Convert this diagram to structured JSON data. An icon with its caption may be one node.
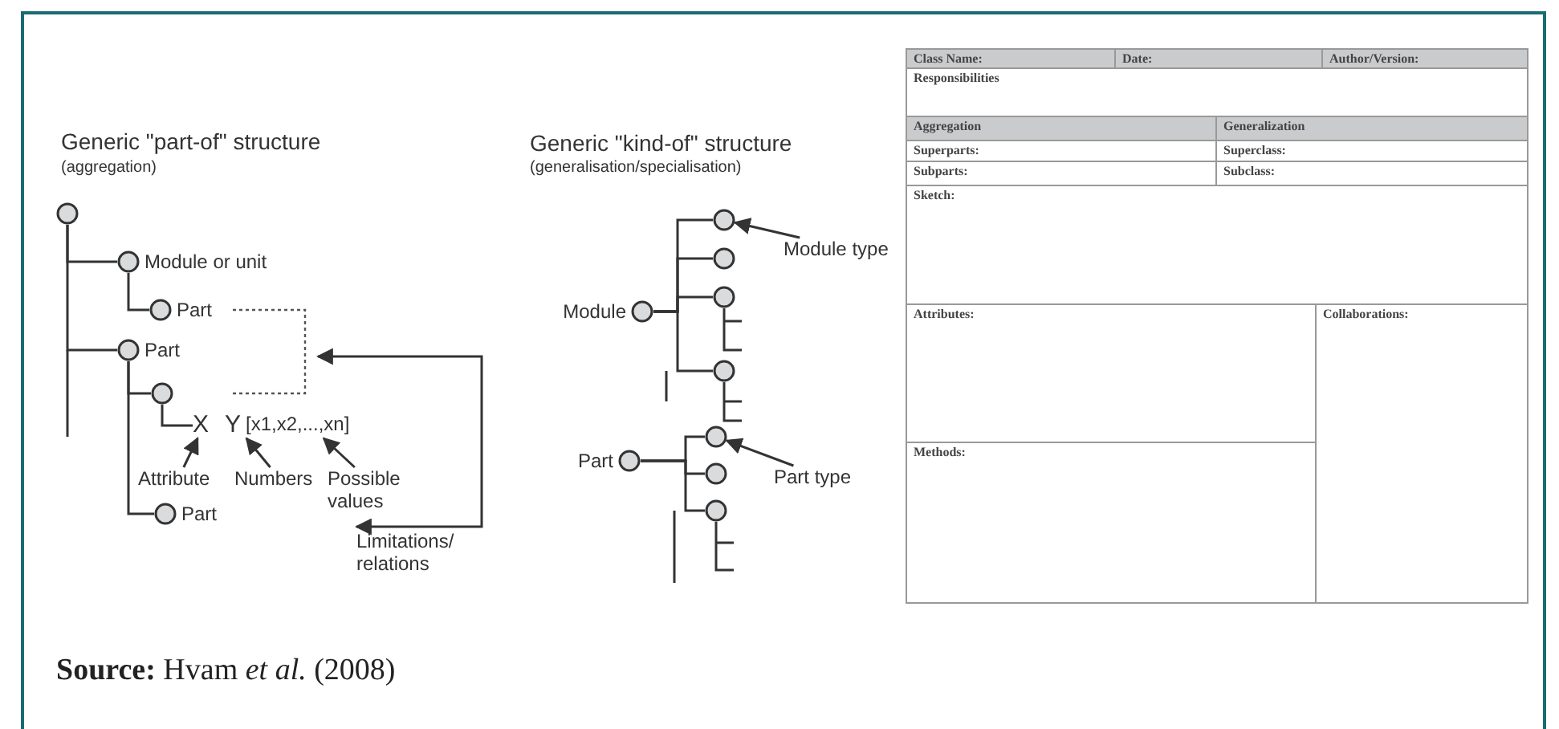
{
  "diagram": {
    "caption": "**Source:** Hvam *et al.* (2008)",
    "nodes": [
      {
        "text": [],
        "shape": "circle"
      },
      {
        "text": [
          "Module or unit"
        ]
      },
      {
        "text": [
          "Part"
        ]
      },
      {
        "text": [
          "Part"
        ]
      },
      {
        "text": [],
        "shape": "circle"
      },
      {
        "text": [
          "X"
        ]
      },
      {
        "text": [
          "Y"
        ]
      },
      {
        "text": [
          "[x1,x2,...,xn]"
        ]
      },
      {
        "text": [
          "Attribute"
        ]
      },
      {
        "text": [
          "Numbers"
        ]
      },
      {
        "text": [
          "Possible values"
        ]
      },
      {
        "text": [
          "Part"
        ]
      },
      {
        "text": [
          "Limitations/ relations"
        ]
      },
      {
        "text": [
          "Module"
        ]
      },
      {
        "text": [],
        "shape": "circle"
      },
      {
        "text": [],
        "shape": "circle"
      },
      {
        "text": [],
        "shape": "circle"
      },
      {
        "text": [],
        "shape": "circle"
      },
      {
        "text": [
          "Module type"
        ]
      },
      {
        "text": [
          "Part"
        ]
      },
      {
        "text": [],
        "shape": "circle"
      },
      {
        "text": [],
        "shape": "circle"
      },
      {
        "text": [],
        "shape": "circle"
      },
      {
        "text": [
          "Part type"
        ]
      },
      {
        "text": [
          "Class Name:"
        ]
      },
      {
        "text": [
          "Date:"
        ]
      },
      {
        "text": [
          "Author/Version:"
        ]
      },
      {
        "text": [
          "Responsibilities"
        ]
      },
      {
        "text": [
          "Aggregation"
        ]
      },
      {
        "text": [
          "Generalization"
        ]
      },
      {
        "text": [
          "Superparts:"
        ]
      },
      {
        "text": [
          "Superclass:"
        ]
      },
      {
        "text": [
          "Subparts:"
        ]
      },
      {
        "text": [
          "Subclass:"
        ]
      },
      {
        "text": [
          "Sketch:"
        ]
      },
      {
        "text": [
          "Attributes:"
        ]
      },
      {
        "text": [
          "Collaborations:"
        ]
      },
      {
        "text": [
          "Methods:"
        ]
      }
    ],
    "edges": [
      {
        "from": 0,
        "to": 1,
        "arrow": "none"
      },
      {
        "from": 1,
        "to": 2,
        "arrow": "none"
      },
      {
        "from": 0,
        "to": 3,
        "arrow": "none"
      },
      {
        "from": 3,
        "to": 4,
        "arrow": "none"
      },
      {
        "from": 4,
        "to": 5,
        "arrow": "none"
      },
      {
        "from": 3,
        "to": 11,
        "arrow": "none"
      },
      {
        "from": 8,
        "to": 5,
        "arrow": "to"
      },
      {
        "from": 9,
        "to": 6,
        "arrow": "to"
      },
      {
        "from": 10,
        "to": 7,
        "arrow": "to"
      },
      {
        "from": null,
        "to": 12,
        "arrow": "both"
      },
      {
        "from": 13,
        "to": 14,
        "arrow": "none"
      },
      {
        "from": 13,
        "to": 15,
        "arrow": "none"
      },
      {
        "from": 13,
        "to": 16,
        "arrow": "none"
      },
      {
        "from": 13,
        "to": 17,
        "arrow": "none"
      },
      {
        "from": 18,
        "to": 14,
        "arrow": "to"
      },
      {
        "from": 19,
        "to": 20,
        "arrow": "none"
      },
      {
        "from": 19,
        "to": 21,
        "arrow": "none"
      },
      {
        "from": 19,
        "to": 22,
        "arrow": "none"
      },
      {
        "from": 23,
        "to": 20,
        "arrow": "to"
      }
    ],
    "labels": [
      "Generic \"part-of\" structure",
      "(aggregation)",
      "Generic \"kind-of\" structure",
      "(generalisation/specialisation)"
    ]
  }
}
